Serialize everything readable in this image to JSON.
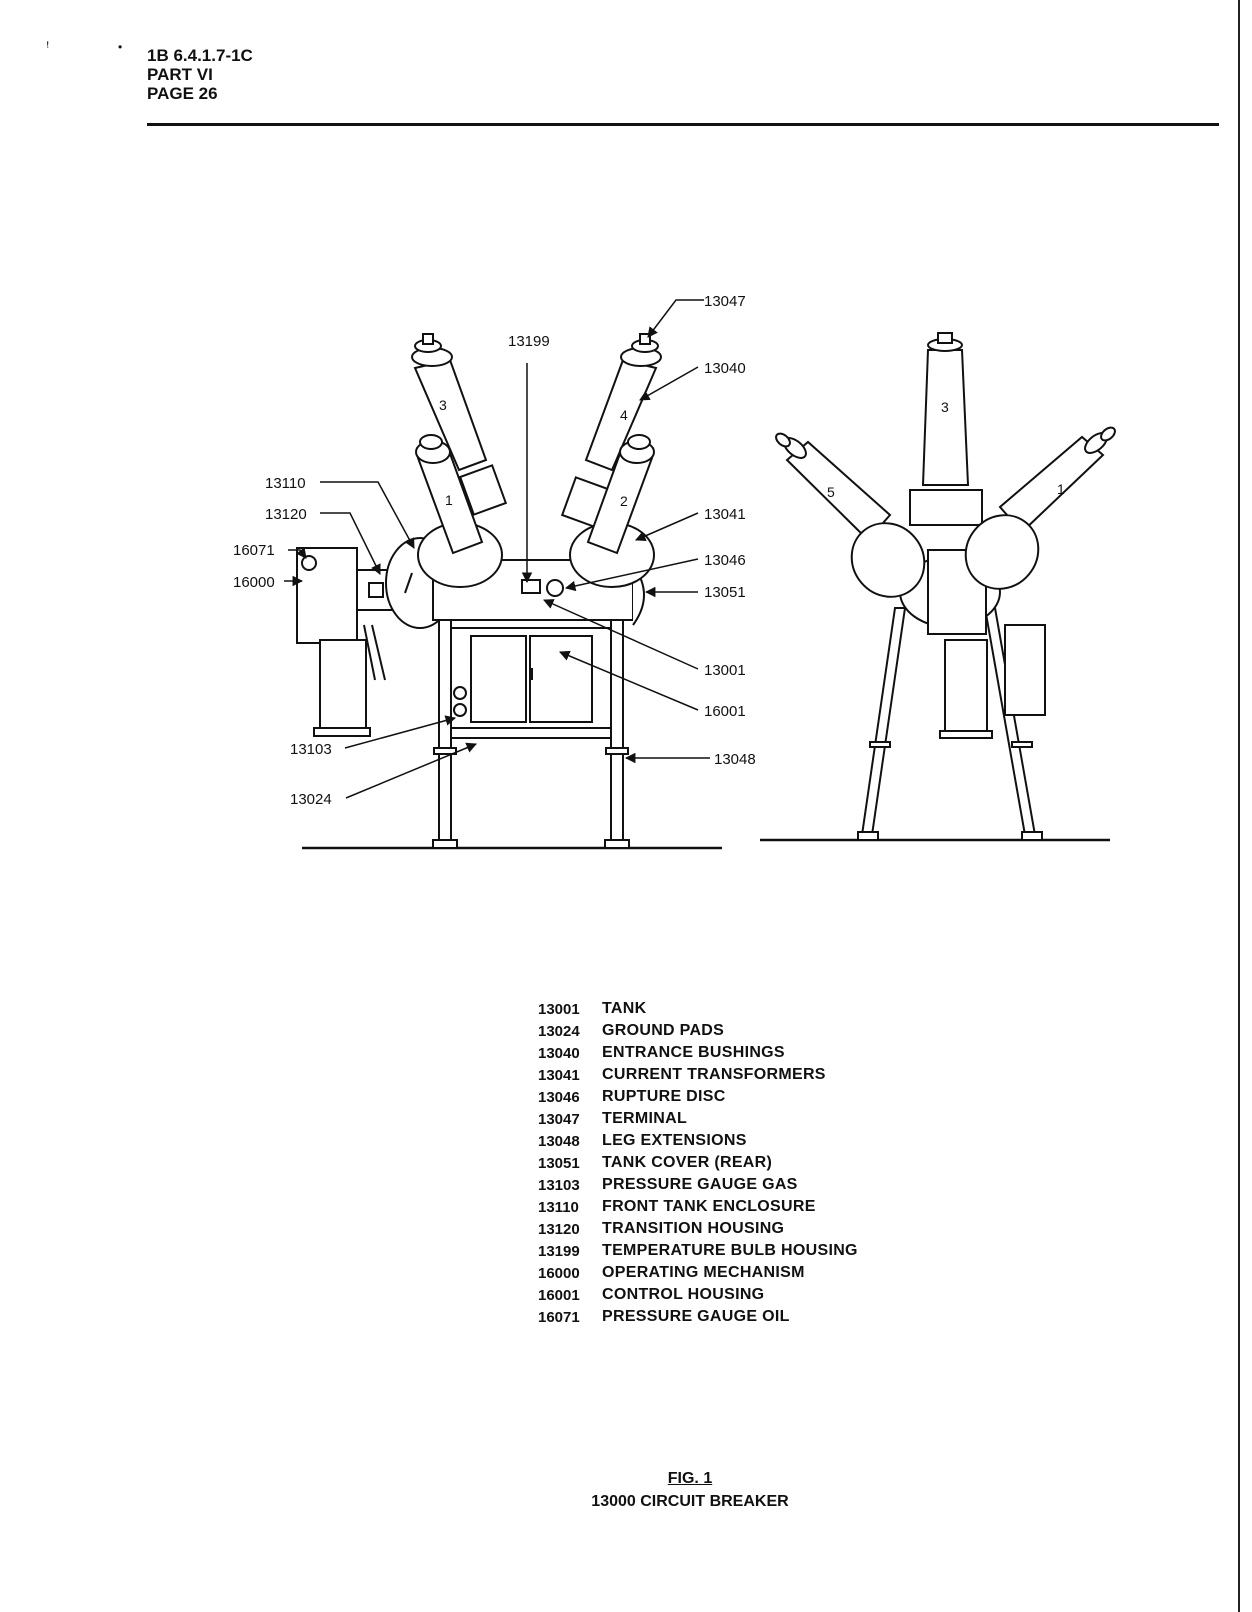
{
  "header": {
    "doc_number": "1B 6.4.1.7-1C",
    "part": "PART VI",
    "page": "PAGE 26"
  },
  "callouts": {
    "c13047": "13047",
    "c13199": "13199",
    "c13040": "13040",
    "c13110": "13110",
    "c13120": "13120",
    "c13041": "13041",
    "c16071": "16071",
    "c13046": "13046",
    "c16000": "16000",
    "c13051": "13051",
    "c13001": "13001",
    "c16001": "16001",
    "c13103": "13103",
    "c13048": "13048",
    "c13024": "13024"
  },
  "bushing_numbers": {
    "front_3": "3",
    "front_1": "1",
    "front_4": "4",
    "front_2": "2",
    "side_3": "3",
    "side_5": "5",
    "side_1": "1"
  },
  "legend": [
    {
      "code": "13001",
      "desc": "TANK"
    },
    {
      "code": "13024",
      "desc": "GROUND PADS"
    },
    {
      "code": "13040",
      "desc": "ENTRANCE BUSHINGS"
    },
    {
      "code": "13041",
      "desc": "CURRENT TRANSFORMERS"
    },
    {
      "code": "13046",
      "desc": "RUPTURE DISC"
    },
    {
      "code": "13047",
      "desc": "TERMINAL"
    },
    {
      "code": "13048",
      "desc": "LEG EXTENSIONS"
    },
    {
      "code": "13051",
      "desc": "TANK COVER (REAR)"
    },
    {
      "code": "13103",
      "desc": "PRESSURE GAUGE GAS"
    },
    {
      "code": "13110",
      "desc": "FRONT TANK ENCLOSURE"
    },
    {
      "code": "13120",
      "desc": "TRANSITION HOUSING"
    },
    {
      "code": "13199",
      "desc": "TEMPERATURE BULB HOUSING"
    },
    {
      "code": "16000",
      "desc": "OPERATING MECHANISM"
    },
    {
      "code": "16001",
      "desc": "CONTROL HOUSING"
    },
    {
      "code": "16071",
      "desc": "PRESSURE GAUGE OIL"
    }
  ],
  "figure": {
    "label": "FIG. 1",
    "caption": "13000 CIRCUIT BREAKER"
  }
}
